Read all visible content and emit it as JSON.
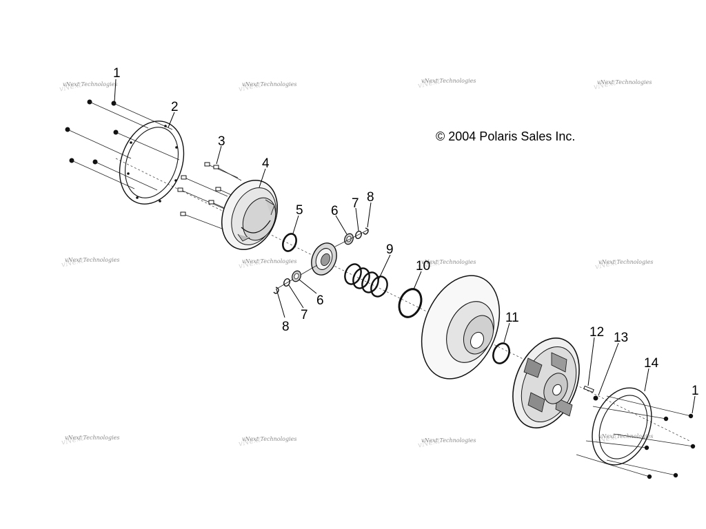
{
  "copyright": "© 2004 Polaris Sales Inc.",
  "watermark": "vNext Technologies",
  "callouts": {
    "c1a": "1",
    "c2": "2",
    "c3": "3",
    "c4": "4",
    "c5": "5",
    "c6a": "6",
    "c7a": "7",
    "c8a": "8",
    "c9": "9",
    "c10": "10",
    "c6b": "6",
    "c7b": "7",
    "c8b": "8",
    "c11": "11",
    "c12": "12",
    "c13": "13",
    "c14": "14",
    "c1b": "1"
  }
}
